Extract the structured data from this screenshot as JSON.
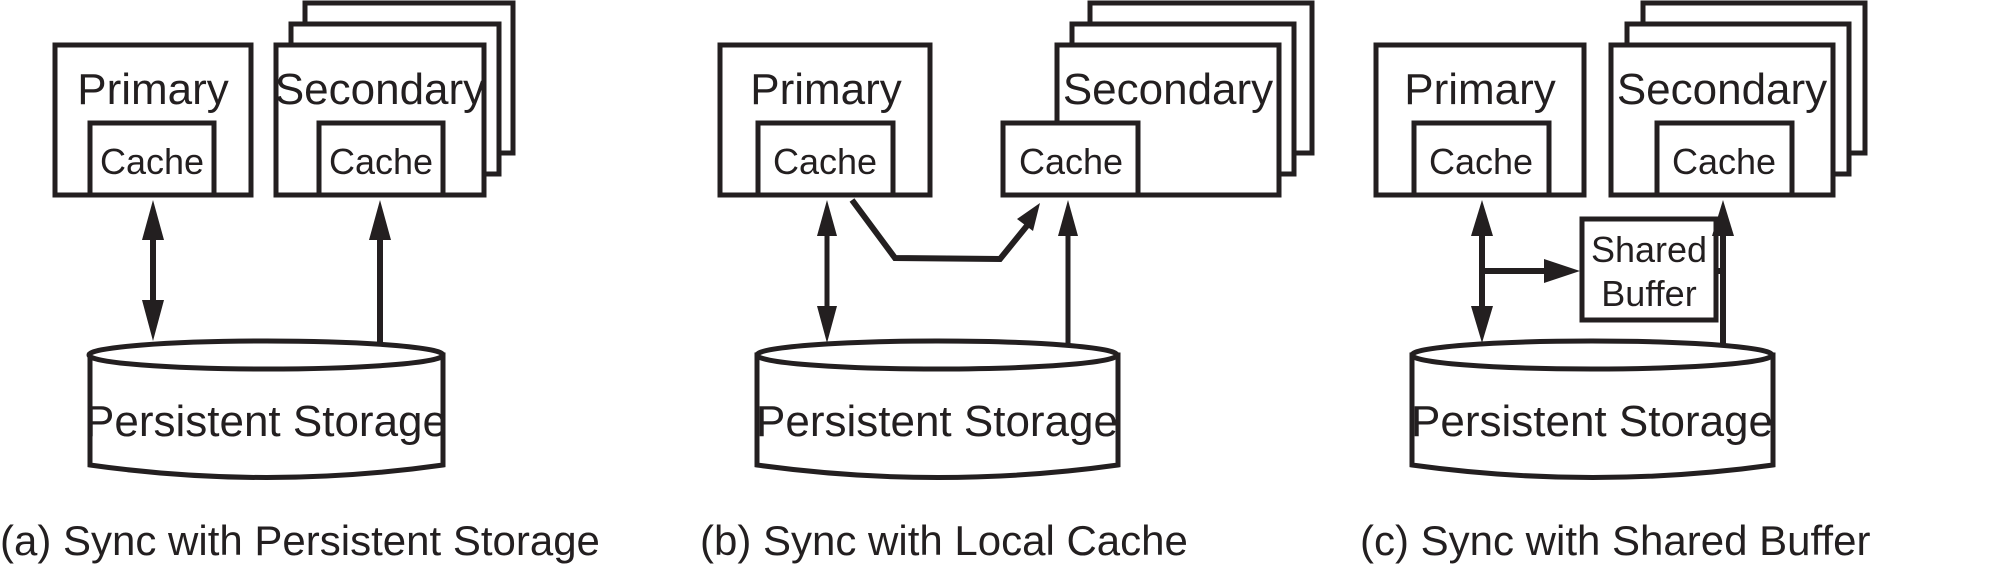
{
  "panels": [
    {
      "primary_label": "Primary",
      "primary_cache_label": "Cache",
      "secondary_label": "Secondary",
      "secondary_cache_label": "Cache",
      "storage_label": "Persistent Storage",
      "caption": "(a) Sync with Persistent Storage"
    },
    {
      "primary_label": "Primary",
      "primary_cache_label": "Cache",
      "secondary_label": "Secondary",
      "secondary_cache_label": "Cache",
      "storage_label": "Persistent Storage",
      "caption": "(b) Sync with Local Cache"
    },
    {
      "primary_label": "Primary",
      "primary_cache_label": "Cache",
      "secondary_label": "Secondary",
      "secondary_cache_label": "Cache",
      "buffer_label_line1": "Shared",
      "buffer_label_line2": "Buffer",
      "storage_label": "Persistent Storage",
      "caption": "(c) Sync with Shared Buffer"
    }
  ]
}
